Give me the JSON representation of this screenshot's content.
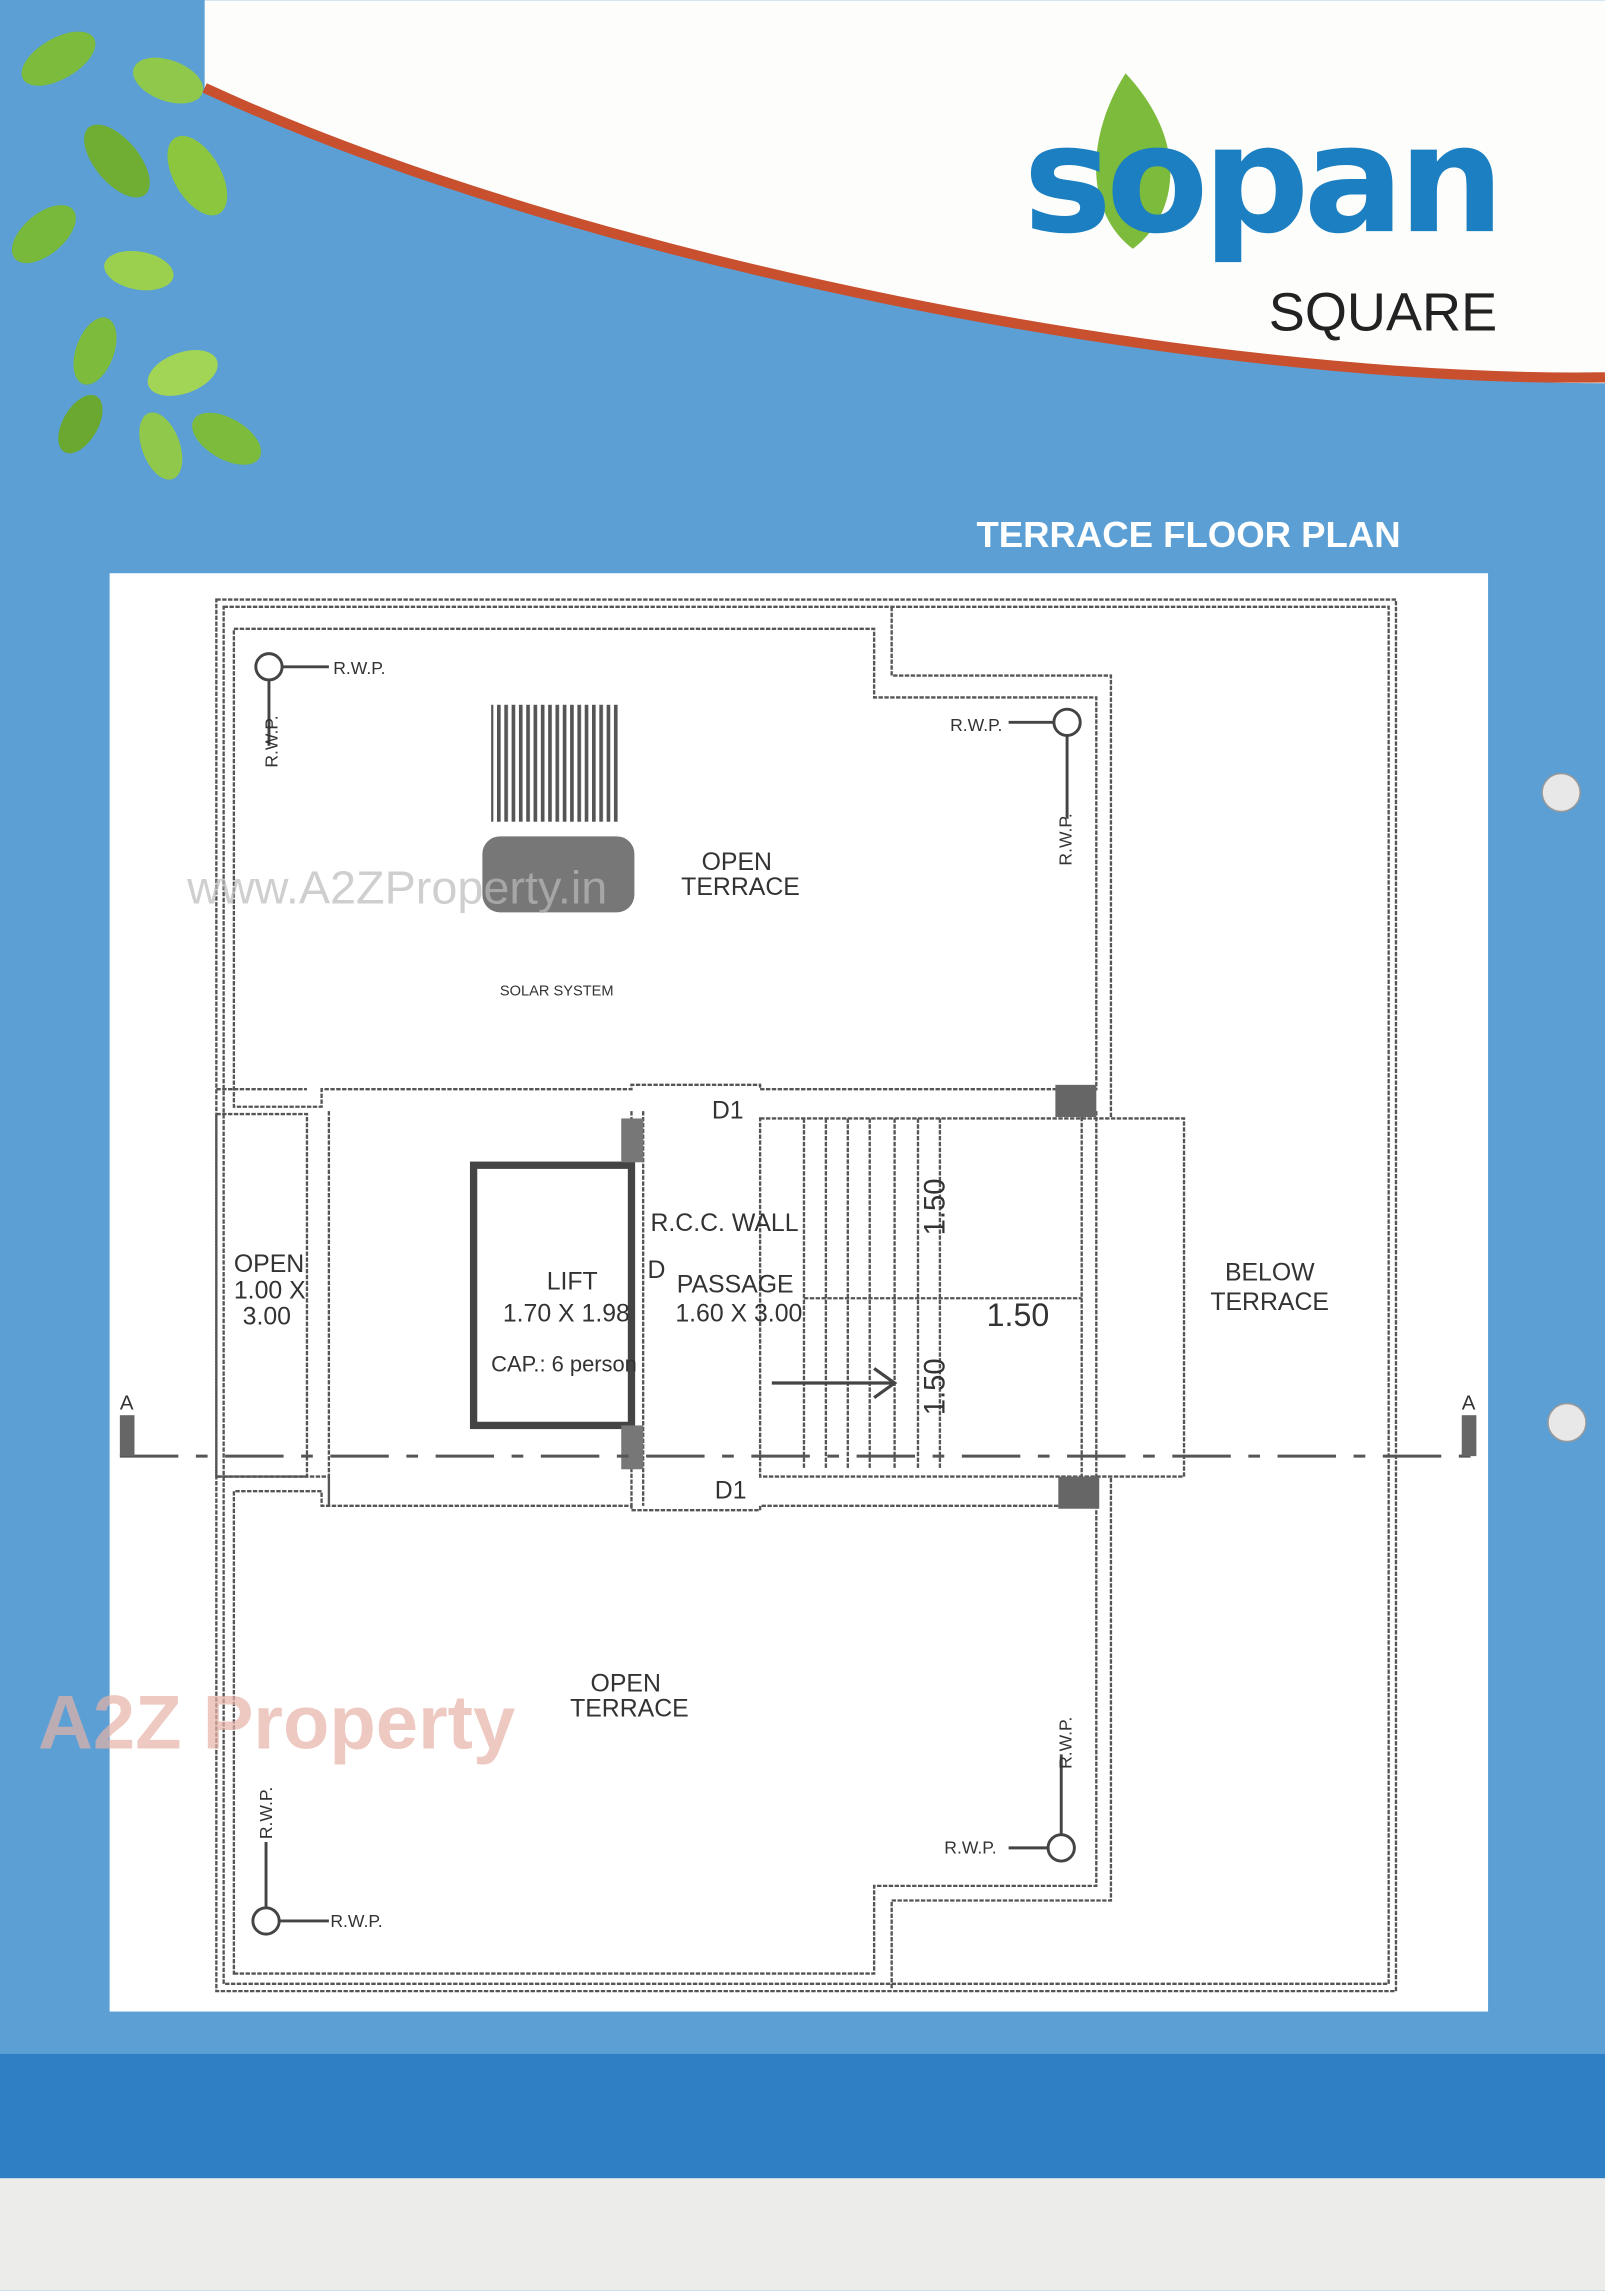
{
  "brand": {
    "name": "sopan",
    "sub": "SQUARE"
  },
  "page_title": "TERRACE FLOOR PLAN",
  "colors": {
    "background_blue": "#5b9fd4",
    "band_blue": "#2f7fc4",
    "brand_blue": "#1b7fc1",
    "leaf_green": "#7dbb3c",
    "accent_red": "#c8502e"
  },
  "plan": {
    "rwp": "R.W.P.",
    "open_terrace": [
      "OPEN",
      "TERRACE"
    ],
    "solar": "SOLAR SYSTEM",
    "open_duct": [
      "OPEN",
      "1.00 X",
      "3.00"
    ],
    "lift": [
      "LIFT",
      "1.70 X 1.98",
      "CAP.: 6 person"
    ],
    "rcc_wall": "R.C.C. WALL",
    "door_d": "D",
    "passage": [
      "PASSAGE",
      "1.60 X 3.00"
    ],
    "door_d1": "D1",
    "dim": "1.50",
    "below_terrace": [
      "BELOW",
      "TERRACE"
    ],
    "section_mark": "A"
  },
  "watermarks": {
    "url": "www.A2ZProperty.in",
    "brand": "A2Z Property"
  }
}
